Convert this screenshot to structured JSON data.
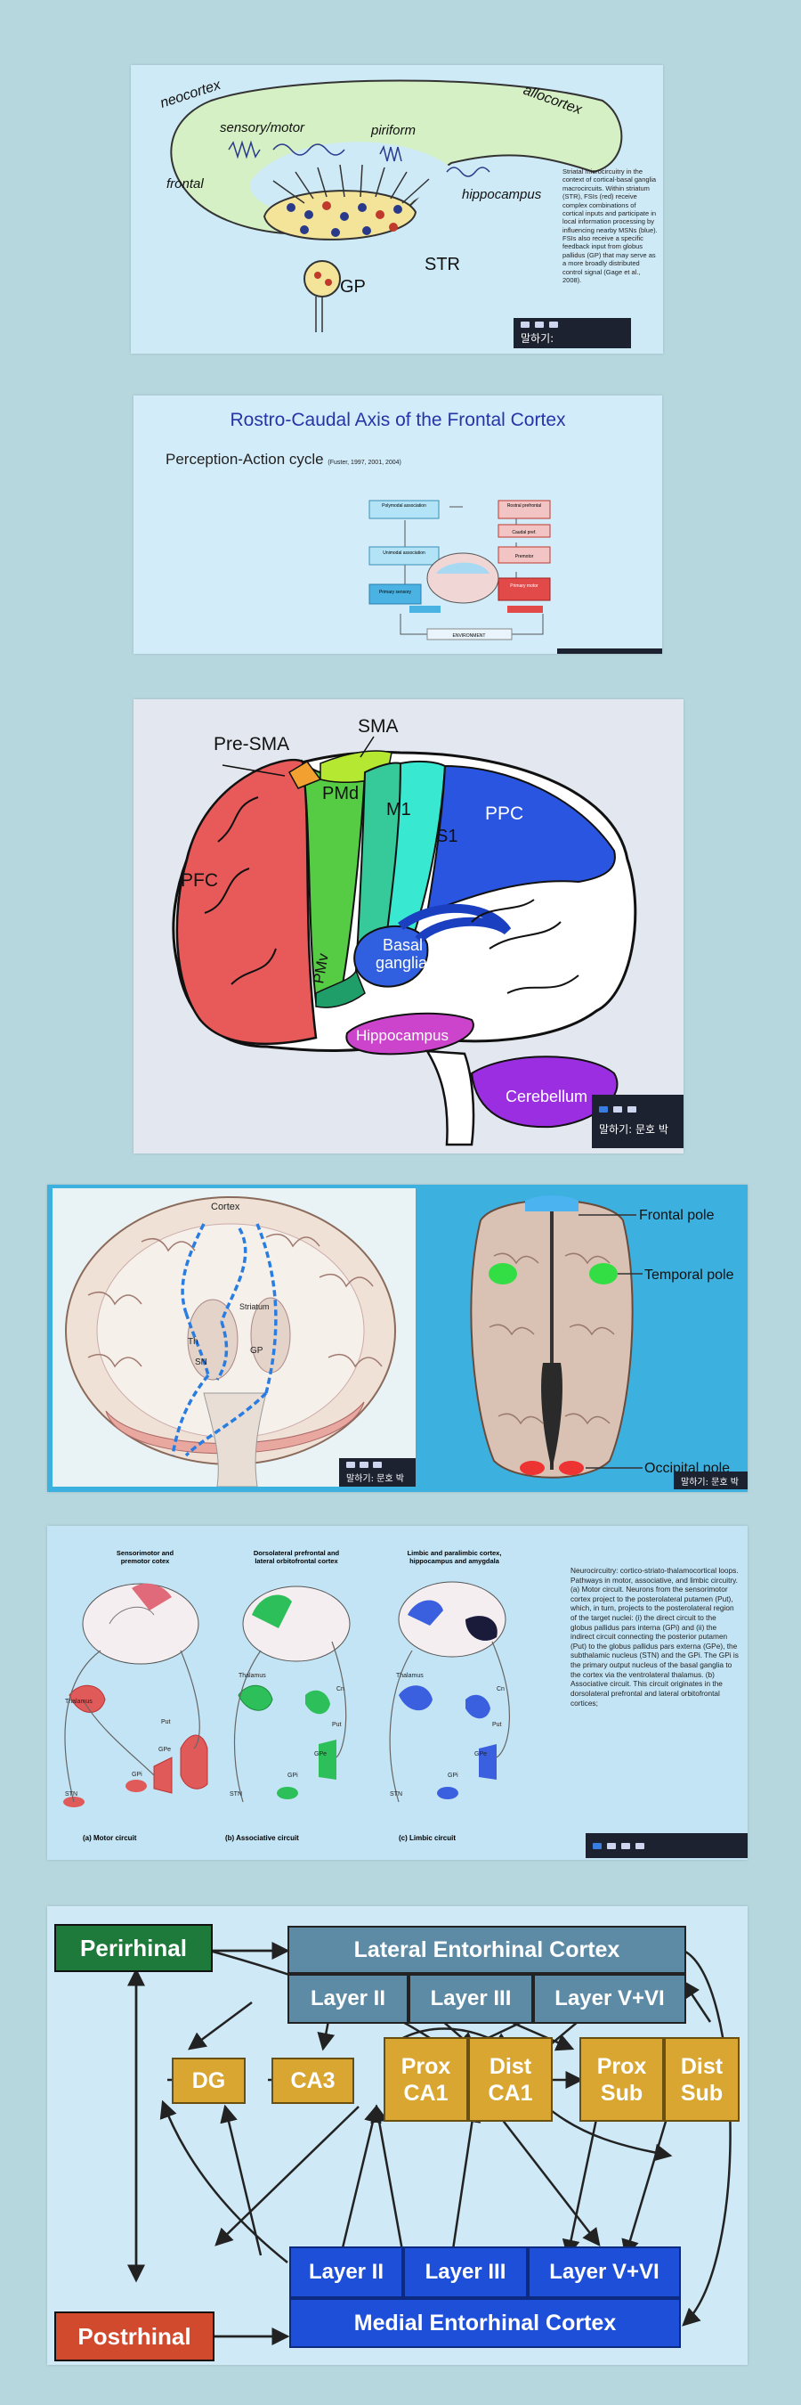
{
  "colors": {
    "page_bg": "#b7d7df",
    "slide_bg": "#bfe1f4",
    "toolbar": "#1d2230"
  },
  "toolbar_label": "말하기: 문호 박",
  "slide1": {
    "labels": {
      "neocortex": "neocortex",
      "allocortex": "allocortex",
      "sensory_motor": "sensory/motor",
      "piriform": "piriform",
      "frontal": "frontal",
      "hippocampus": "hippocampus",
      "str": "STR",
      "gp": "GP"
    },
    "note": "Striatal microcircuitry in the context of cortical-basal ganglia macrocircuits. Within striatum (STR), FSIs (red) receive complex combinations of cortical inputs and participate in local information processing by influencing nearby MSNs (blue). FSIs also receive a specific feedback input from globus pallidus (GP) that may serve as a more broadly distributed control signal (Gage et al., 2008).",
    "toolbar_label": "말하기:"
  },
  "slide2": {
    "title": "Rostro-Caudal Axis of the Frontal Cortex",
    "subtitle": "Perception-Action cycle",
    "citation": "(Fuster, 1997, 2001, 2004)",
    "boxes": {
      "polymodal": "Polymodal association",
      "unimodal": "Unimodal association",
      "primary_sensory": "Primary sensory",
      "rostral": "Rostral prefrontal",
      "caudal": "Caudal pref.",
      "premotor": "Premotor",
      "primary_motor": "Primary motor",
      "environment": "ENVIRONMENT"
    }
  },
  "slide3": {
    "labels": {
      "pre_sma": "Pre-SMA",
      "sma": "SMA",
      "pmd": "PMd",
      "m1": "M1",
      "s1": "S1",
      "ppc": "PPC",
      "pfc": "PFC",
      "pmv": "PMv",
      "basal_ganglia": "Basal\nganglia",
      "hippocampus": "Hippocampus",
      "cerebellum": "Cerebellum"
    },
    "toolbar_label": "말하기: 문호 박"
  },
  "slide4": {
    "left_labels": {
      "cortex": "Cortex",
      "striatum": "Striatum",
      "th": "Th",
      "sn": "SN",
      "gp": "GP"
    },
    "right_labels": {
      "frontal_pole": "Frontal pole",
      "temporal_pole": "Temporal pole",
      "occipital_pole": "Occipital pole"
    },
    "toolbar_left": "말하기: 문호 박",
    "toolbar_right": "말하기: 문호 박"
  },
  "slide5": {
    "panel_titles": [
      "Sensorimotor and\npremotor cotex",
      "Dorsolateral prefrontal and\nlateral orbitofrontal cortex",
      "Limbic and paralimbic cortex,\nhippocampus and amygdala"
    ],
    "panel_captions": [
      "(a) Motor circuit",
      "(b) Associative circuit",
      "(c) Limbic circuit"
    ],
    "struct_labels": {
      "thalamus": "Thalamus",
      "put": "Put",
      "gpe": "GPe",
      "gpi": "GPi",
      "stn": "STN",
      "cn": "Cn"
    },
    "note": "Neurocircuitry: cortico-striato-thalamocortical loops. Pathways in motor, associative, and limbic circuitry. (a) Motor circuit. Neurons from the sensorimotor cortex project to the posterolateral putamen (Put), which, in turn, projects to the posterolateral region of the target nuclei: (i) the direct circuit to the globus pallidus pars interna (GPi) and (ii) the indirect circuit connecting the posterior putamen (Put) to the globus pallidus pars externa (GPe), the subthalamic nucleus (STN) and the GPi. The GPi is the primary output nucleus of the basal ganglia to the cortex via the ventrolateral thalamus. (b) Associative circuit. This circuit originates in the dorsolateral prefrontal and lateral orbitofrontal cortices;"
  },
  "slide6": {
    "perirhinal": "Perirhinal",
    "lec": "Lateral Entorhinal Cortex",
    "lec_layers": [
      "Layer II",
      "Layer III",
      "Layer V+VI"
    ],
    "dg": "DG",
    "ca3": "CA3",
    "prox_ca1": "Prox\nCA1",
    "dist_ca1": "Dist\nCA1",
    "prox_sub": "Prox\nSub",
    "dist_sub": "Dist\nSub",
    "mec_layers": [
      "Layer II",
      "Layer III",
      "Layer V+VI"
    ],
    "mec": "Medial Entorhinal Cortex",
    "postrhinal": "Postrhinal"
  }
}
